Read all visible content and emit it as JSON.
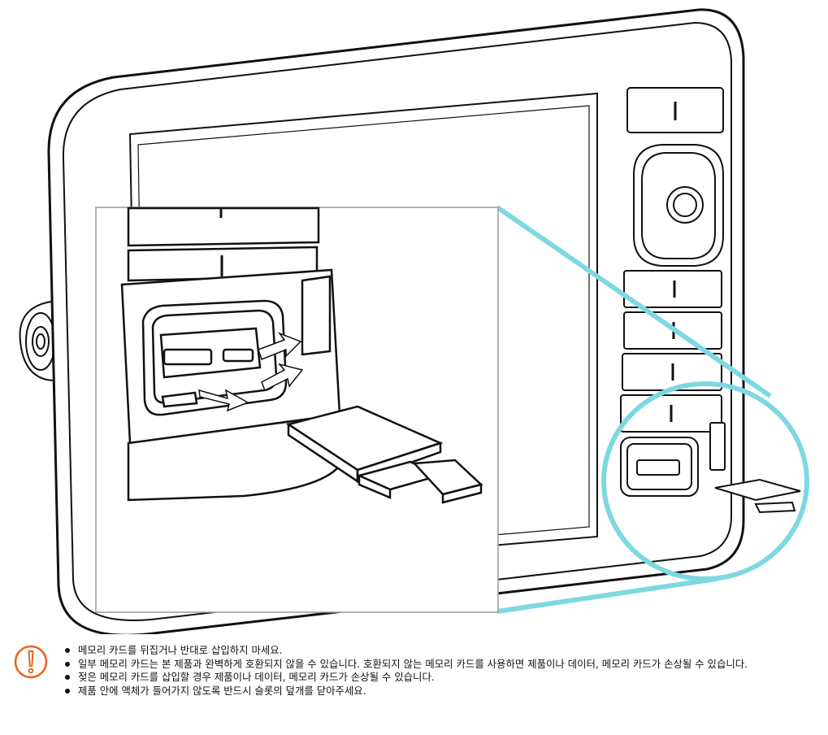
{
  "warning_icon": {
    "name": "warning-exclamation-icon",
    "color": "#E8671C"
  },
  "highlight_color": "#7DD8E2",
  "notes": [
    "메모리 카드를 뒤집거나 반대로 삽입하지 마세요.",
    "일부 메모리 카드는 본 제품과 완벽하게 호환되지 않을 수 있습니다. 호환되지 않는 메모리 카드를 사용하면 제품이나 데이터, 메모리 카드가 손상될 수 있습니다.",
    "젖은 메모리 카드를 삽입할 경우 제품이나 데이터, 메모리 카드가 손상될 수 있습니다.",
    "제품 안에 액체가 들어가지 않도록 반드시 슬롯의 덮개를 닫아주세요."
  ]
}
